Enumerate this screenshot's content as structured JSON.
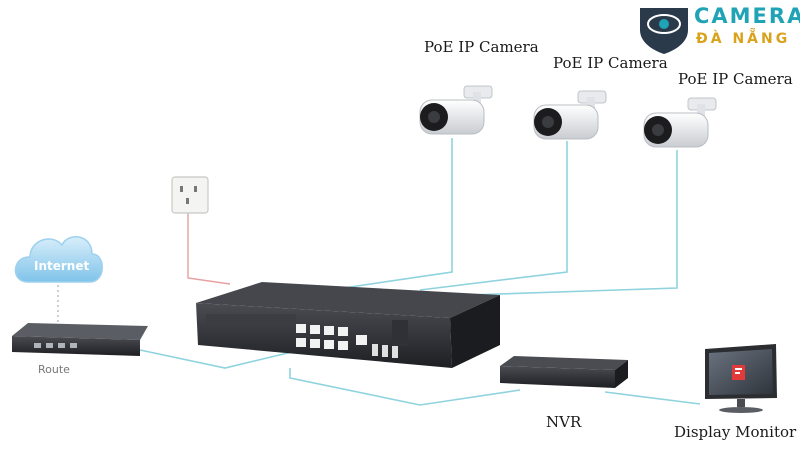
{
  "brand": {
    "line1": "CAMERA",
    "line2": "ĐÀ NẴNG",
    "accent": "#1fa3b5",
    "gold": "#d9a21b"
  },
  "nodes": {
    "camera1": {
      "label": "PoE IP Camera"
    },
    "camera2": {
      "label": "PoE IP Camera"
    },
    "camera3": {
      "label": "PoE IP Camera"
    },
    "cloud": {
      "label": "Internet"
    },
    "router": {
      "label": "Route"
    },
    "nvr": {
      "label": "NVR"
    },
    "monitor": {
      "label": "Display Monitor"
    },
    "outlet": {
      "label": ""
    },
    "switch": {
      "label": ""
    }
  },
  "colors": {
    "cable": "#8fd3de",
    "power_cable": "#e8a0a0",
    "device_dark": "#2b2d31"
  }
}
